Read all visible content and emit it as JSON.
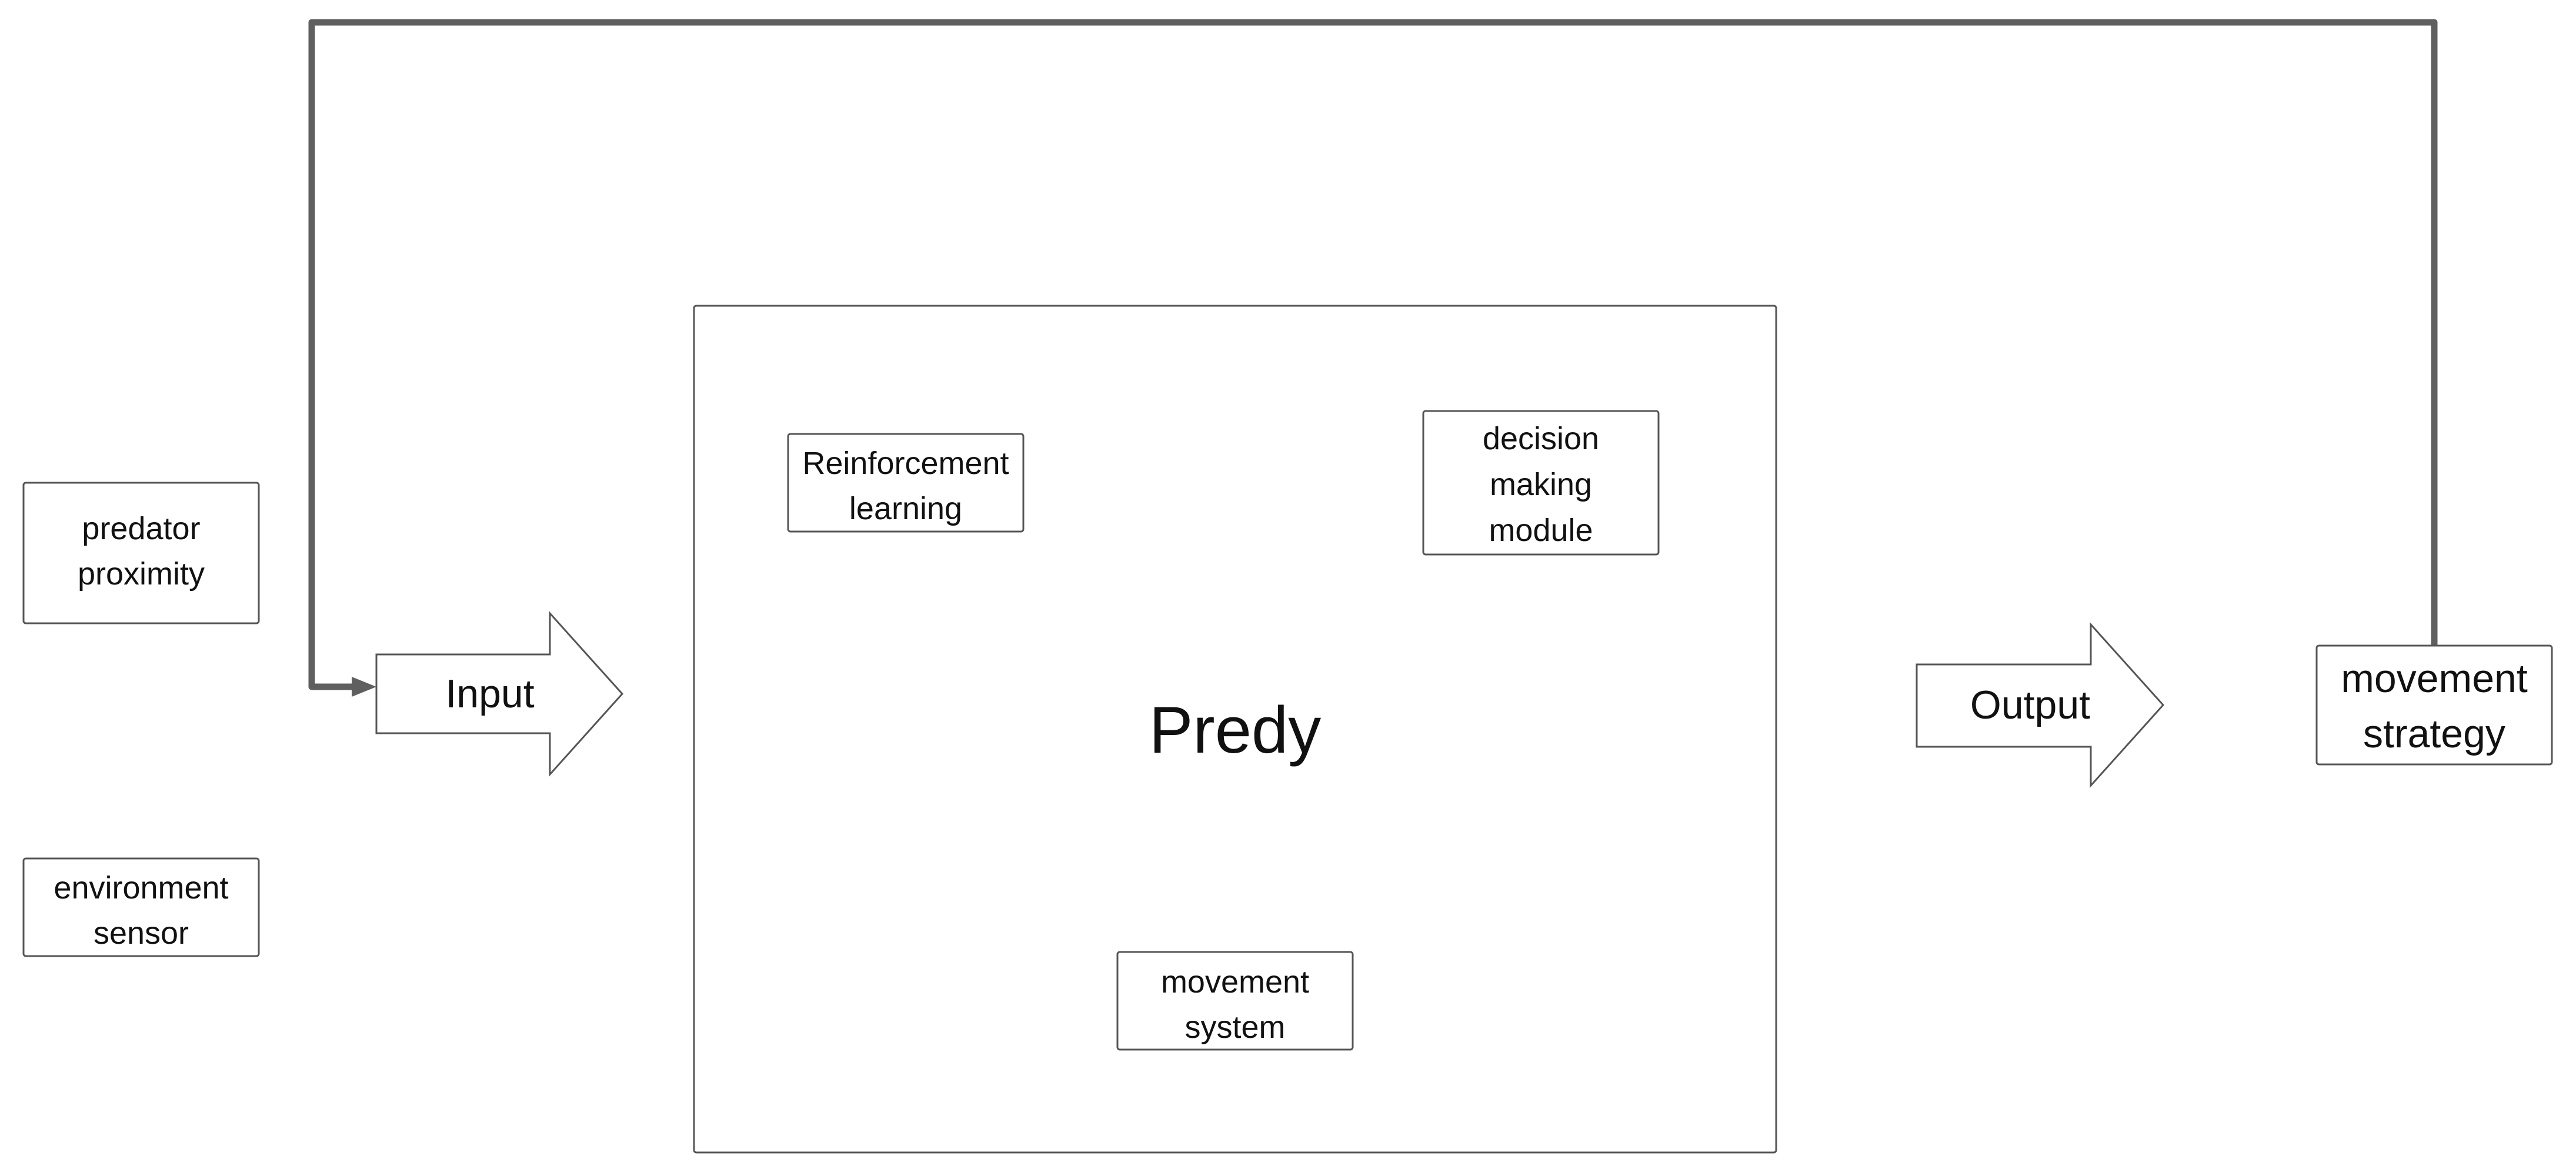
{
  "colors": {
    "background": "#ffffff",
    "box_border": "#555555",
    "feedback_arrow": "#5f5f5f",
    "text": "#111111"
  },
  "system": {
    "title": "Predy"
  },
  "inputs": {
    "predator": [
      "predator",
      "proximity"
    ],
    "environment": [
      "environment",
      "sensor"
    ]
  },
  "modules": {
    "reinforcement": [
      "Reinforcement",
      "learning"
    ],
    "decision": [
      "decision",
      "making",
      "module"
    ],
    "movement": [
      "movement",
      "system"
    ]
  },
  "arrows": {
    "input": "Input",
    "output": "Output"
  },
  "result": [
    "movement",
    "strategy"
  ],
  "feedback": {
    "connects": "movement strategy to Input",
    "arrowhead": "triangle"
  }
}
